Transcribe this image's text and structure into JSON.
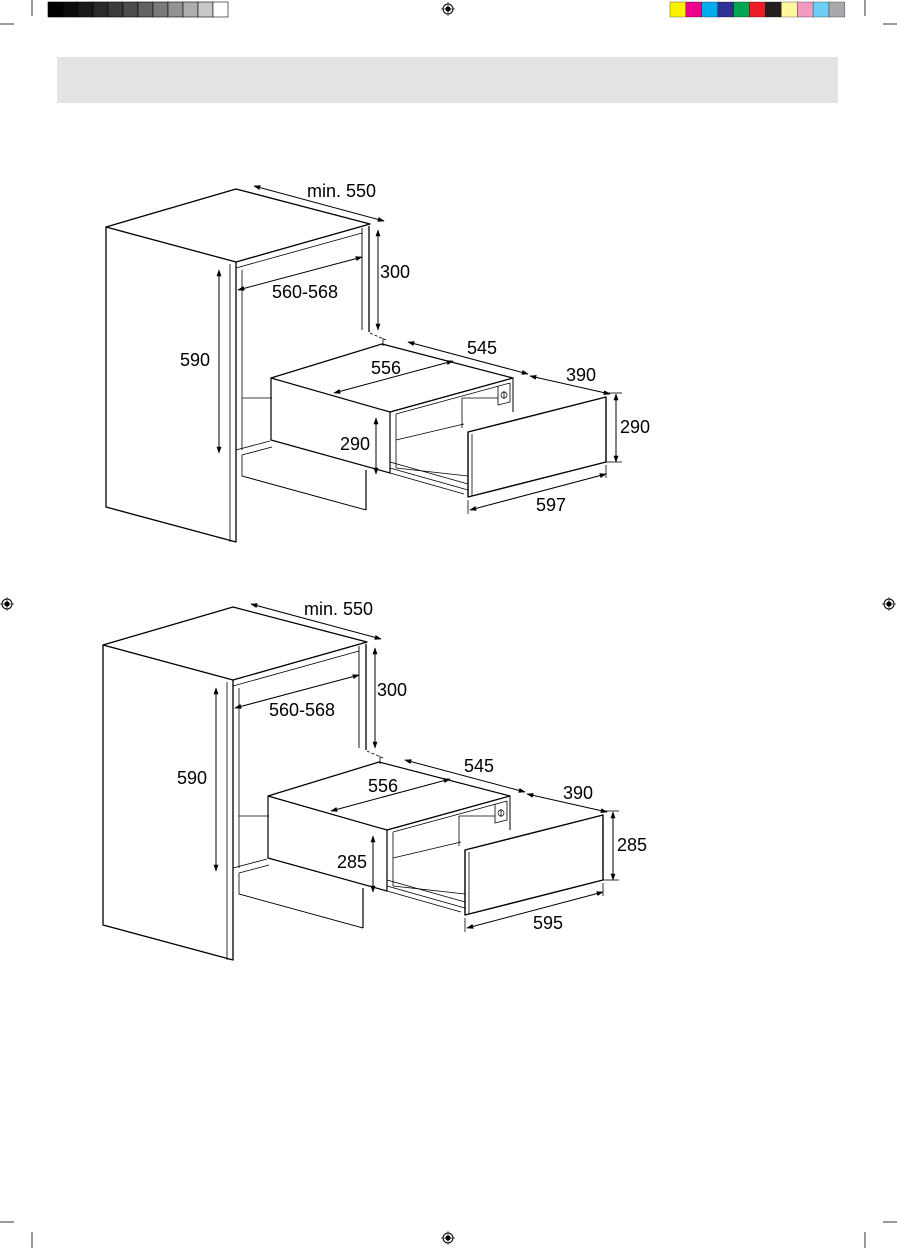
{
  "print_marks": {
    "grayscale": [
      "#000000",
      "#0b0b0b",
      "#1a1a1a",
      "#2a2a2a",
      "#3b3b3b",
      "#4d4d4d",
      "#626262",
      "#7a7a7a",
      "#939393",
      "#aeaeae",
      "#c9c9c9",
      "#ffffff"
    ],
    "colors": [
      "#fff200",
      "#ec008c",
      "#00aeef",
      "#2e3192",
      "#00a651",
      "#ed1c24",
      "#231f20",
      "#fff799",
      "#f49ac1",
      "#6dcff6",
      "#a7a9ac"
    ]
  },
  "header_band_color": "#e3e3e3",
  "diagrams": [
    {
      "labels": {
        "depth_min": "min. 550",
        "niche_clear": "300",
        "niche_width": "560-568",
        "niche_height": "590",
        "unit_depth": "545",
        "unit_width": "556",
        "drawer_depth": "390",
        "unit_height": "290",
        "front_height": "290",
        "front_width": "597"
      }
    },
    {
      "labels": {
        "depth_min": "min. 550",
        "niche_clear": "300",
        "niche_width": "560-568",
        "niche_height": "590",
        "unit_depth": "545",
        "unit_width": "556",
        "drawer_depth": "390",
        "unit_height": "285",
        "front_height": "285",
        "front_width": "595"
      }
    }
  ]
}
